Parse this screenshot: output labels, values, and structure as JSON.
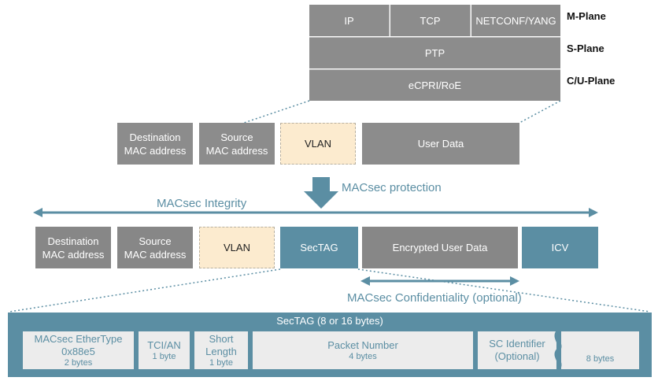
{
  "planes": {
    "m_plane": {
      "label": "M-Plane",
      "items": [
        "IP",
        "TCP",
        "NETCONF/YANG"
      ]
    },
    "s_plane": {
      "label": "S-Plane",
      "item": "PTP"
    },
    "cu_plane": {
      "label": "C/U-Plane",
      "item": "eCPRI/RoE"
    }
  },
  "frame_plain": {
    "dest": [
      "Destination",
      "MAC address"
    ],
    "src": [
      "Source",
      "MAC address"
    ],
    "vlan": "VLAN",
    "user_data": "User Data"
  },
  "protection_label": "MACsec protection",
  "integrity_label": "MACsec Integrity",
  "frame_macsec": {
    "dest": [
      "Destination",
      "MAC address"
    ],
    "src": [
      "Source",
      "MAC address"
    ],
    "vlan": "VLAN",
    "sectag": "SecTAG",
    "encrypted": "Encrypted User Data",
    "icv": "ICV"
  },
  "confidentiality_label": "MACsec Confidentiality (optional)",
  "sectag_detail": {
    "title": "SecTAG (8 or 16 bytes)",
    "fields": [
      {
        "name": [
          "MACsec EtherType",
          "0x88e5"
        ],
        "size": "2 bytes"
      },
      {
        "name": [
          "TCI/AN"
        ],
        "size": "1 byte"
      },
      {
        "name": [
          "Short",
          "Length"
        ],
        "size": "1 byte"
      },
      {
        "name": [
          "Packet Number"
        ],
        "size": "4 bytes"
      },
      {
        "name": [
          "SC Identifier",
          "(Optional)"
        ],
        "size": ""
      },
      {
        "name": [],
        "size": "8 bytes"
      }
    ]
  },
  "colors": {
    "teal": "#5b8ea3",
    "gray": "#8c8c8c",
    "vlan_fill": "#fcebcf",
    "field_fill": "#ececec"
  }
}
